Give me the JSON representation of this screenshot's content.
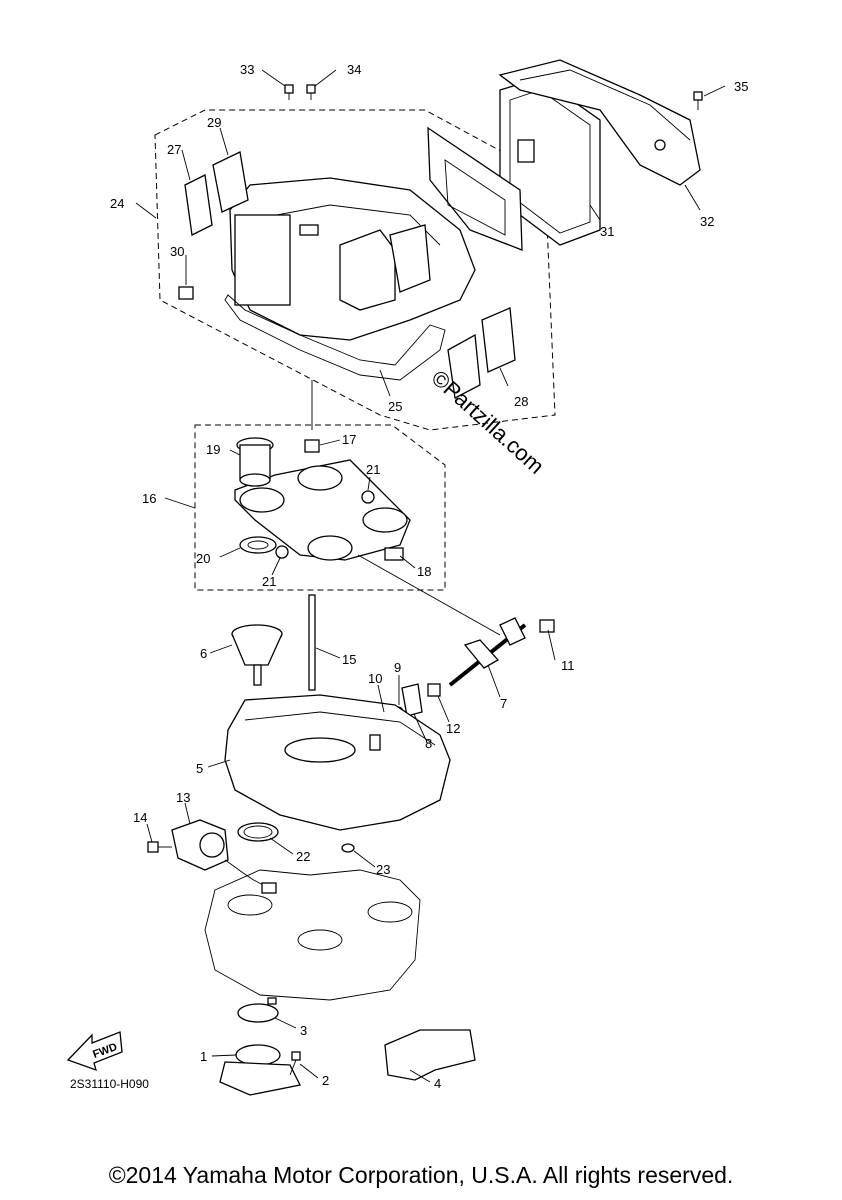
{
  "diagram_code": "2S31110-H090",
  "fwd_label": "FWD",
  "watermark": "©Partzilla.com",
  "copyright": "©2014 Yamaha Motor Corporation, U.S.A. All rights reserved.",
  "callouts": [
    "1",
    "2",
    "3",
    "4",
    "5",
    "6",
    "7",
    "8",
    "9",
    "10",
    "11",
    "12",
    "13",
    "14",
    "15",
    "16",
    "17",
    "18",
    "19",
    "20",
    "21",
    "21",
    "22",
    "23",
    "24",
    "25",
    "27",
    "28",
    "29",
    "30",
    "31",
    "32",
    "33",
    "34",
    "35"
  ]
}
